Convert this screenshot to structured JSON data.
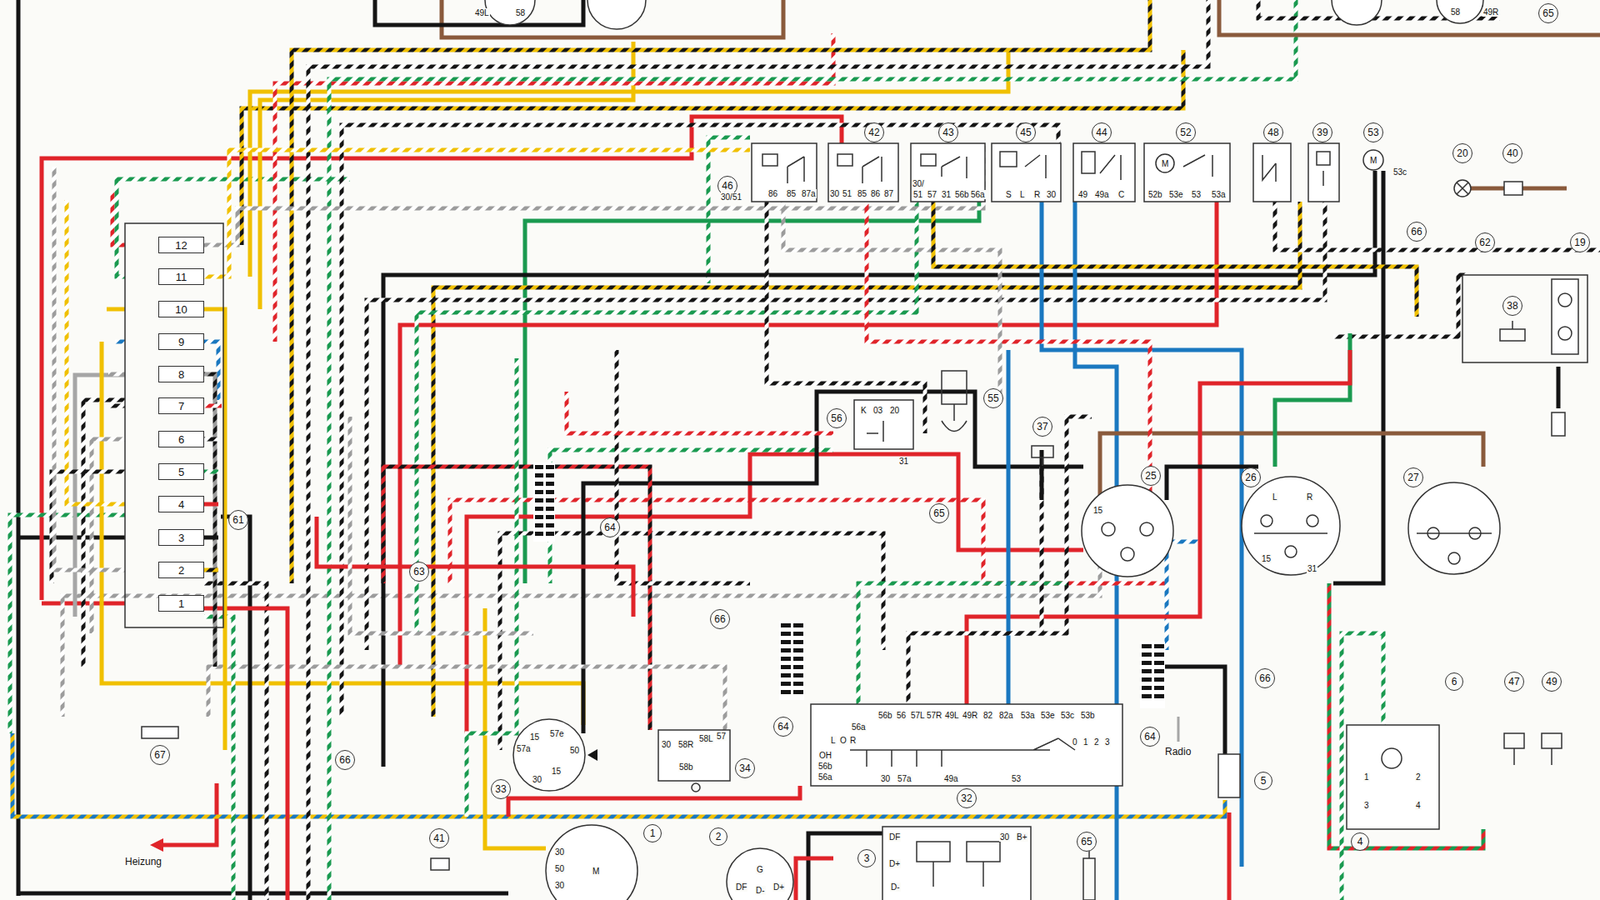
{
  "diagram": {
    "nodes": [
      {
        "text": [
          "12"
        ]
      },
      {
        "text": [
          "11"
        ]
      },
      {
        "text": [
          "10"
        ]
      },
      {
        "text": [
          "9"
        ]
      },
      {
        "text": [
          "8"
        ]
      },
      {
        "text": [
          "7"
        ]
      },
      {
        "text": [
          "6"
        ]
      },
      {
        "text": [
          "5"
        ]
      },
      {
        "text": [
          "4"
        ]
      },
      {
        "text": [
          "3"
        ]
      },
      {
        "text": [
          "2"
        ]
      },
      {
        "text": [
          "1"
        ]
      }
    ],
    "labels": [
      "49L",
      "58",
      "58",
      "49R",
      "65",
      "46",
      "42",
      "43",
      "45",
      "44",
      "52",
      "48",
      "39",
      "53",
      "20",
      "40",
      "66",
      "62",
      "19",
      "38",
      "30/51",
      "86",
      "85",
      "87a",
      "30",
      "51",
      "85",
      "86",
      "87",
      "30/",
      "51",
      "57",
      "31",
      "56b",
      "56a",
      "S",
      "L",
      "R",
      "30",
      "49",
      "49a",
      "C",
      "M",
      "52b",
      "53e",
      "53",
      "53a",
      "M",
      "53c",
      "56",
      "K",
      "03",
      "20",
      "31",
      "55",
      "37",
      "25",
      "15",
      "26",
      "L",
      "R",
      "15",
      "31",
      "27",
      "65",
      "64",
      "63",
      "61",
      "66",
      "66",
      "6",
      "47",
      "49",
      "64",
      "64",
      "Radio",
      "5",
      "4",
      "32",
      "34",
      "33",
      "67",
      "66",
      "41",
      "Heizung",
      "1",
      "2",
      "3",
      "65",
      "15",
      "57e",
      "57a",
      "50",
      "15",
      "30",
      "30",
      "58R",
      "58L",
      "57",
      "58b",
      "56b",
      "56",
      "57L",
      "57R",
      "49L",
      "49R",
      "82",
      "82a",
      "53a",
      "53e",
      "53c",
      "53b",
      "56a",
      "L",
      "O",
      "R",
      "OH",
      "56b",
      "56a",
      "0",
      "1",
      "2",
      "3",
      "30",
      "57a",
      "49a",
      "53",
      "G",
      "DF",
      "D+",
      "D-",
      "DF",
      "D+",
      "D-",
      "30",
      "B+",
      "30",
      "50",
      "30",
      "M",
      "1",
      "2",
      "3",
      "4"
    ]
  }
}
